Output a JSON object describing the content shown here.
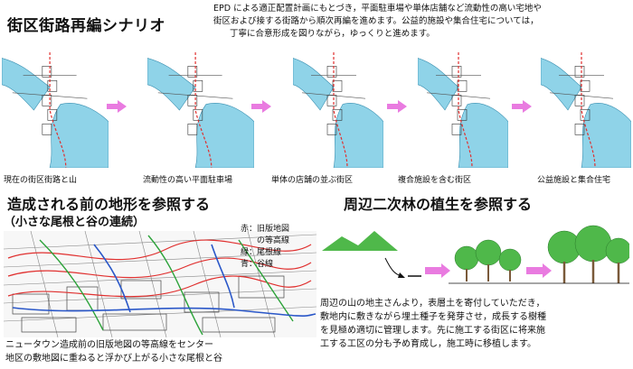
{
  "title": "街区街路再編シナリオ",
  "intro": [
    "EPD による適正配置計画にもとづき，平面駐車場や単体店舗など流動性の高い宅地や",
    "街区および接する街路から順次再編を進めます。公益的施設や集合住宅については，",
    "丁寧に合意形成を図りながら，ゆっくりと進めます。"
  ],
  "stages": [
    {
      "caption": "現在の街区街路と山"
    },
    {
      "caption": "流動性の高い平面駐車場"
    },
    {
      "caption": "単体の店舗の並ぶ街区"
    },
    {
      "caption": "複合施設を含む街区"
    },
    {
      "caption": "公益施設と集合住宅"
    }
  ],
  "colors": {
    "arrow": "#e97be0",
    "water": "#8fd3e8",
    "road": "#e0302f",
    "contour_red": "#e0302f",
    "contour_green": "#2ca33a",
    "contour_blue": "#2a57c8",
    "tree": "#4fb84a"
  },
  "left_section": {
    "heading": "造成される前の地形を参照する",
    "subheading": "（小さな尾根と谷の連続）",
    "legend": [
      "赤：旧版地図",
      "の等高線",
      "緑：尾根線",
      "青：谷線"
    ],
    "caption_lines": [
      "ニュータウン造成前の旧版地図の等高線をセンター",
      "地区の敷地図に重ねると浮かび上がる小さな尾根と谷"
    ]
  },
  "right_section": {
    "heading": "周辺二次林の植生を参照する",
    "description": [
      "周辺の山の地主さんより，表層土を寄付していただき，",
      "敷地内に敷きながら埋土種子を発芽させ，成長する樹種",
      "を見極め適切に管理します。先に施工する街区に将来施",
      "工する工区の分も予め育成し，施工時に移植します。"
    ]
  }
}
